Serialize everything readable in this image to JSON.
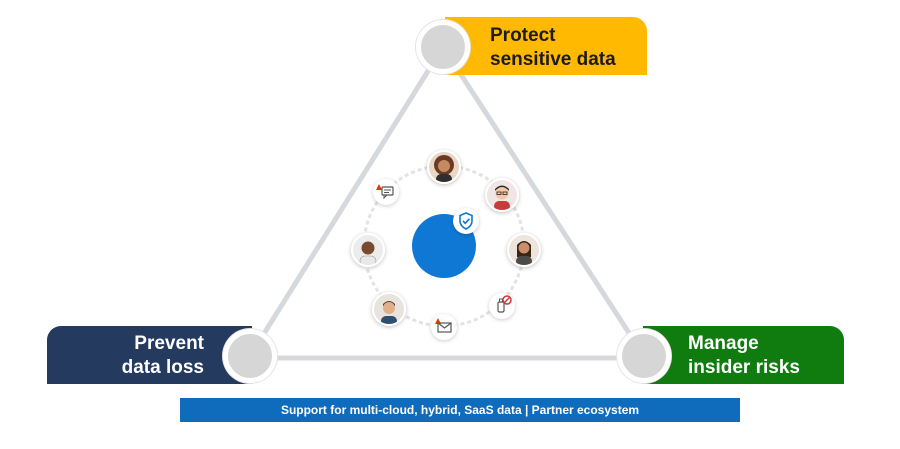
{
  "labels": {
    "protect": {
      "line1": "Protect",
      "line2": "sensitive data",
      "color": "#ffb900"
    },
    "prevent": {
      "line1": "Prevent",
      "line2": "data loss",
      "color": "#243a5e"
    },
    "manage": {
      "line1": "Manage",
      "line2": "insider risks",
      "color": "#107c10"
    }
  },
  "footer": {
    "text": "Support for multi-cloud, hybrid, SaaS data | Partner ecosystem",
    "color": "#0f6cbd"
  },
  "center": {
    "color": "#0f78d4",
    "badge_icon": "shield-check-icon"
  },
  "ring_items": [
    {
      "kind": "avatar",
      "name": "avatar-woman-curly-hair"
    },
    {
      "kind": "avatar",
      "name": "avatar-man-glasses"
    },
    {
      "kind": "avatar",
      "name": "avatar-man-long-hair"
    },
    {
      "kind": "icon",
      "name": "usb-drive-blocked-icon"
    },
    {
      "kind": "icon",
      "name": "email-warning-icon"
    },
    {
      "kind": "avatar",
      "name": "avatar-man-smiling"
    },
    {
      "kind": "avatar",
      "name": "avatar-man-bald"
    },
    {
      "kind": "icon",
      "name": "chat-warning-icon"
    }
  ],
  "colors": {
    "triangle_line": "#d5d8dc",
    "ring": "#e0e0e0",
    "node": "#d6d6d6"
  }
}
